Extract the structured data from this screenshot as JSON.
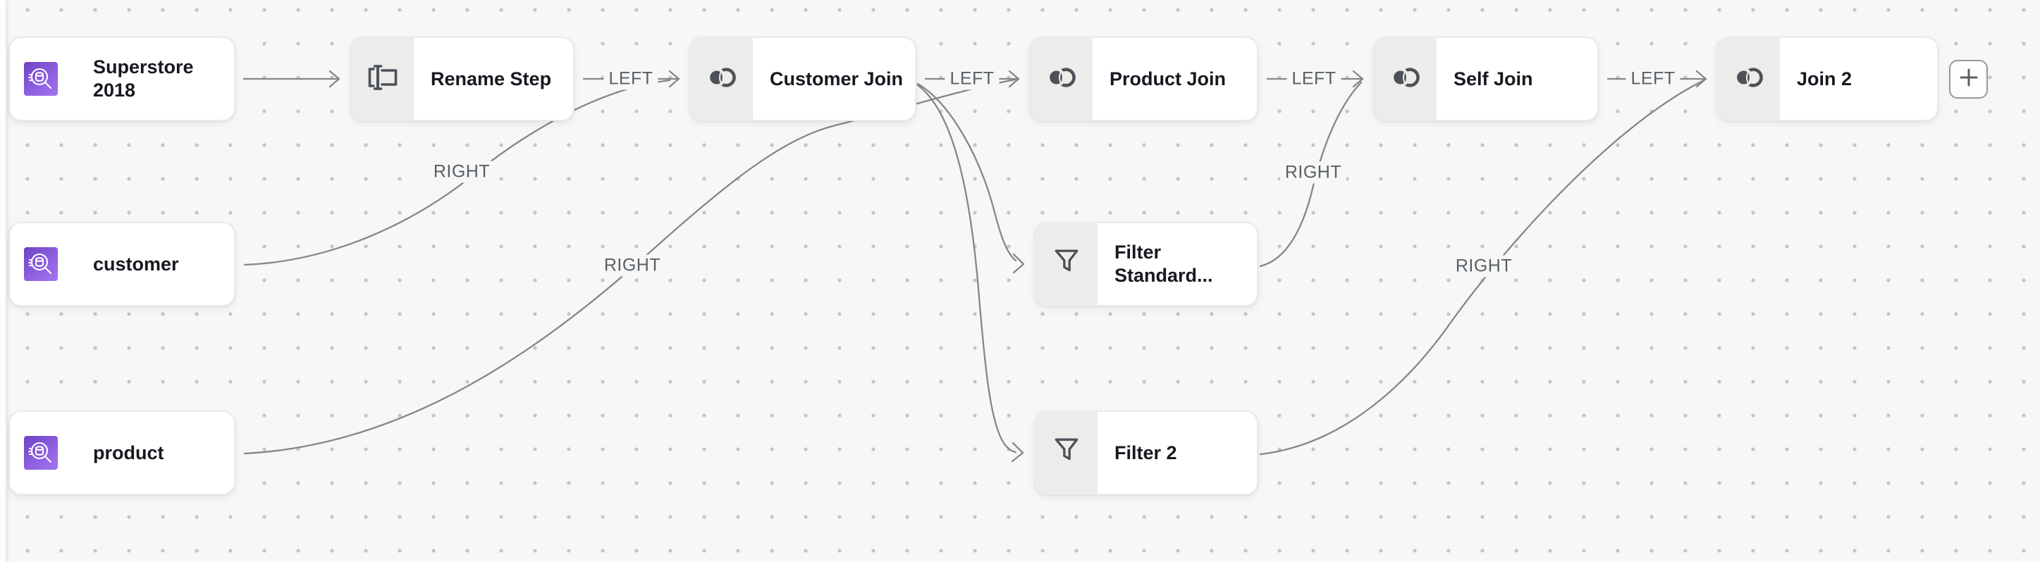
{
  "canvas": {
    "background_color": "#f7f7f6",
    "dot_grid_color": "#c6c6c4",
    "edge_color": "#83878c",
    "edge_label_color": "#575f68",
    "glyph_color": "#4d5258",
    "dataset_icon_gradient": [
      "#6f41c4",
      "#a177f0"
    ]
  },
  "icons": {
    "dataset": "dataset-search-icon",
    "rename": "text-cursor-rename-icon",
    "join": "venn-join-icon",
    "filter": "funnel-filter-icon",
    "add": "plus-icon"
  },
  "nodes": {
    "superstore": {
      "label": "Superstore 2018",
      "type": "dataset"
    },
    "rename_step": {
      "label": "Rename Step",
      "type": "rename"
    },
    "customer_join": {
      "label": "Customer Join",
      "type": "join"
    },
    "product_join": {
      "label": "Product Join",
      "type": "join"
    },
    "self_join": {
      "label": "Self Join",
      "type": "join"
    },
    "join_2": {
      "label": "Join 2",
      "type": "join"
    },
    "customer": {
      "label": "customer",
      "type": "dataset"
    },
    "product": {
      "label": "product",
      "type": "dataset"
    },
    "filter_standard": {
      "label": "Filter Standard...",
      "type": "filter"
    },
    "filter_2": {
      "label": "Filter 2",
      "type": "filter"
    }
  },
  "edge_labels": {
    "rename_to_customer_join": "LEFT",
    "customer_join_to_product_join": "LEFT",
    "product_join_to_self_join": "LEFT",
    "self_join_to_join_2": "LEFT",
    "customer_to_customer_join": "RIGHT",
    "product_to_product_join": "RIGHT",
    "filter_standard_to_self_join": "RIGHT",
    "filter_2_to_join_2": "RIGHT"
  }
}
